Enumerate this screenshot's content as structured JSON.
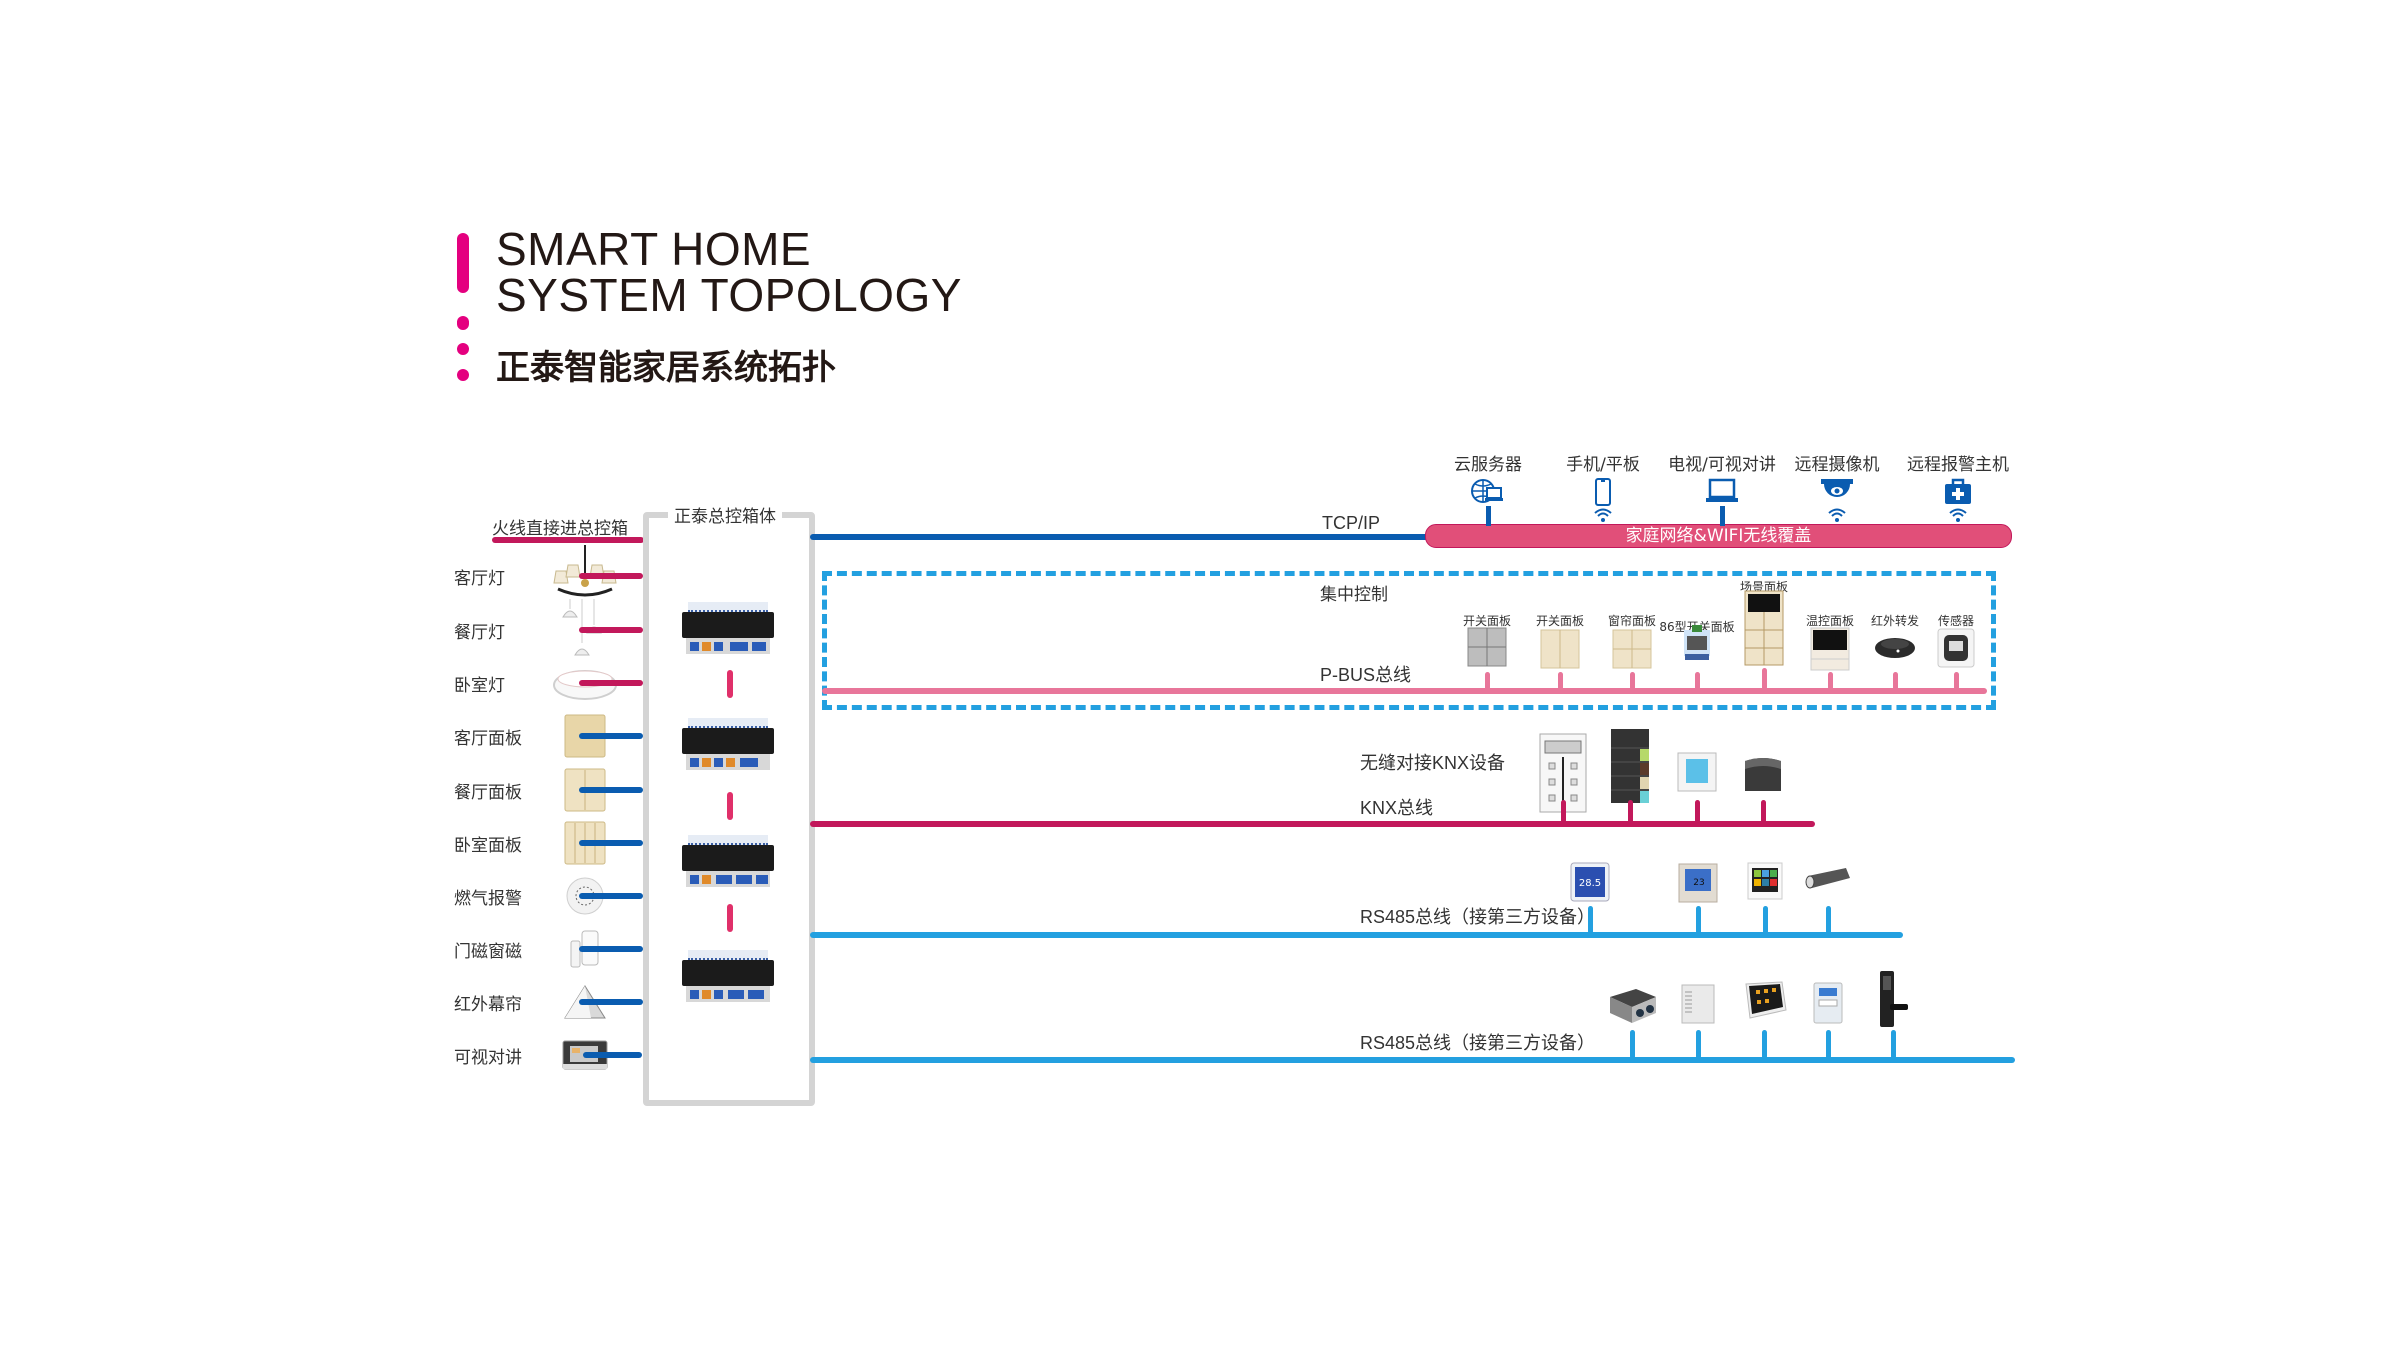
{
  "header": {
    "title_line1": "SMART HOME",
    "title_line2": "SYSTEM TOPOLOGY",
    "subtitle_cn": "正泰智能家居系统拓扑",
    "accent_color": "#e4007f"
  },
  "left_panel": {
    "power_label": "火线直接进总控箱",
    "box_title": "正泰总控箱体",
    "devices": [
      {
        "label": "客厅灯",
        "icon": "chandelier-icon",
        "wire": "magenta"
      },
      {
        "label": "餐厅灯",
        "icon": "pendant-lamp-icon",
        "wire": "magenta"
      },
      {
        "label": "卧室灯",
        "icon": "ceiling-lamp-icon",
        "wire": "magenta"
      },
      {
        "label": "客厅面板",
        "icon": "switch-panel-1gang-icon",
        "wire": "blue"
      },
      {
        "label": "餐厅面板",
        "icon": "switch-panel-2gang-icon",
        "wire": "blue"
      },
      {
        "label": "卧室面板",
        "icon": "switch-panel-3gang-icon",
        "wire": "blue"
      },
      {
        "label": "燃气报警",
        "icon": "gas-detector-icon",
        "wire": "blue"
      },
      {
        "label": "门磁窗磁",
        "icon": "door-sensor-icon",
        "wire": "blue"
      },
      {
        "label": "红外幕帘",
        "icon": "ir-curtain-sensor-icon",
        "wire": "blue"
      },
      {
        "label": "可视对讲",
        "icon": "video-intercom-icon",
        "wire": "blue"
      }
    ],
    "module_count": 4
  },
  "network": {
    "tcp_label": "TCP/IP",
    "wifi_bar_label": "家庭网络&WIFI无线覆盖",
    "endpoints": [
      {
        "label": "云服务器",
        "icon": "cloud-server-icon",
        "link": "wired"
      },
      {
        "label": "手机/平板",
        "icon": "mobile-phone-icon",
        "link": "wifi"
      },
      {
        "label": "电视/可视对讲",
        "icon": "laptop-icon",
        "link": "wired"
      },
      {
        "label": "远程摄像机",
        "icon": "dome-camera-icon",
        "link": "wifi"
      },
      {
        "label": "远程报警主机",
        "icon": "alarm-host-icon",
        "link": "wifi"
      }
    ]
  },
  "pbus": {
    "group_label": "集中控制",
    "bus_label": "P-BUS总线",
    "devices": [
      {
        "label": "开关面板",
        "icon": "switch-panel-gray-icon"
      },
      {
        "label": "开关面板",
        "icon": "switch-panel-gold-icon"
      },
      {
        "label": "窗帘面板",
        "icon": "curtain-panel-icon"
      },
      {
        "label": "86型开关面板",
        "icon": "type86-switch-module-icon"
      },
      {
        "label": "场景面板",
        "icon": "scene-panel-icon"
      },
      {
        "label": "温控面板",
        "icon": "thermostat-panel-icon"
      },
      {
        "label": "红外转发",
        "icon": "ir-repeater-icon"
      },
      {
        "label": "传感器",
        "icon": "sensor-icon"
      }
    ]
  },
  "knx": {
    "devices_label": "无缝对接KNX设备",
    "bus_label": "KNX总线",
    "devices": [
      {
        "icon": "knx-control-panel-icon"
      },
      {
        "icon": "knx-color-keypad-icon"
      },
      {
        "icon": "knx-thermostat-icon"
      },
      {
        "icon": "knx-dark-device-icon"
      }
    ]
  },
  "rs485_1": {
    "bus_label": "RS485总线（接第三方设备）",
    "devices": [
      {
        "icon": "blue-thermostat-icon",
        "display": "28.5"
      },
      {
        "icon": "floor-heating-thermostat-icon",
        "display": "23"
      },
      {
        "icon": "touch-panel-icon"
      },
      {
        "icon": "curtain-motor-icon"
      }
    ]
  },
  "rs485_2": {
    "bus_label": "RS485总线（接第三方设备）",
    "devices": [
      {
        "icon": "fresh-air-unit-icon"
      },
      {
        "icon": "ac-outdoor-unit-icon"
      },
      {
        "icon": "tablet-controller-icon"
      },
      {
        "icon": "electric-meter-icon"
      },
      {
        "icon": "smart-door-lock-icon"
      }
    ]
  }
}
